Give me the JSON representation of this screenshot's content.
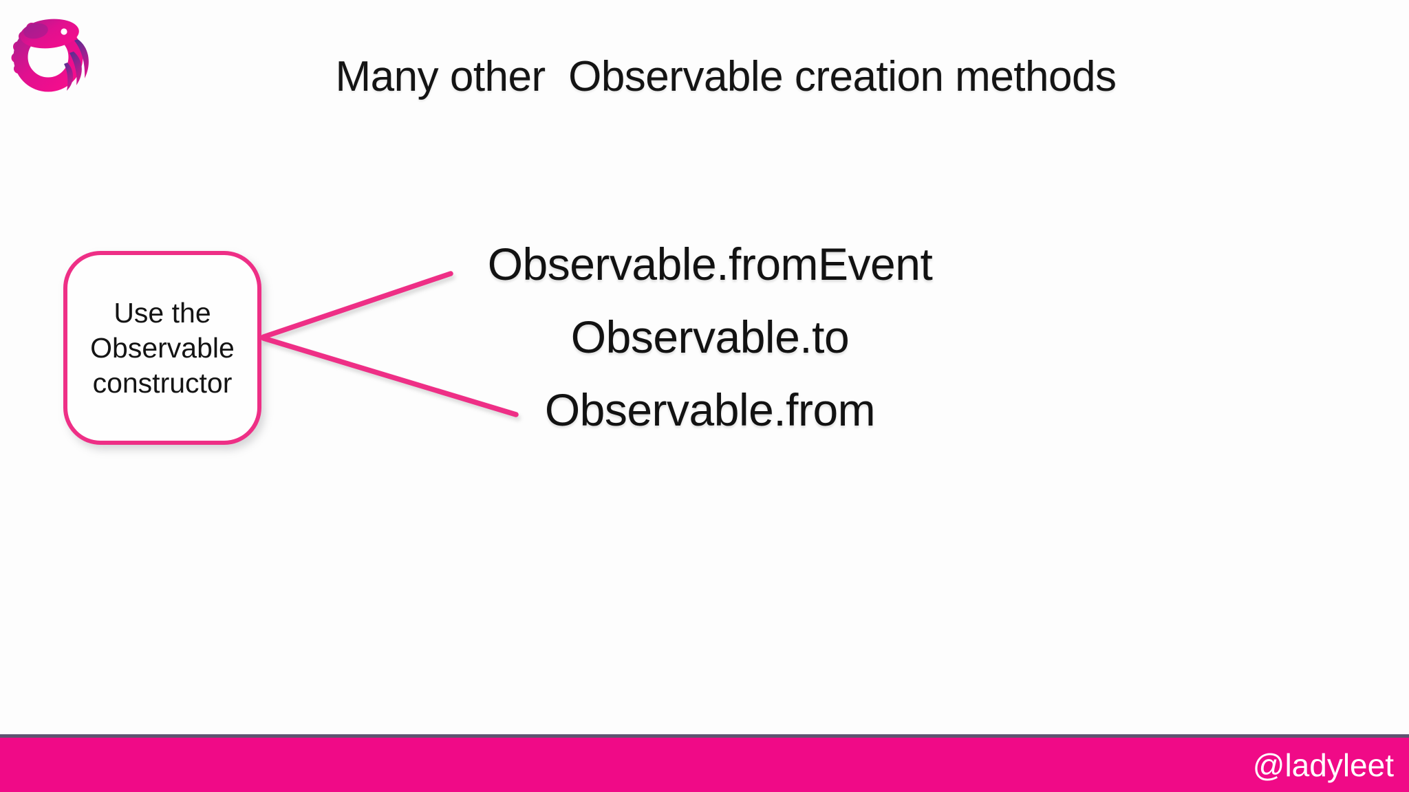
{
  "slide": {
    "logo_icon": "rxjs-logo",
    "title": "Many other  Observable creation methods",
    "callout": {
      "label": "Use the\nObservable\nconstructor"
    },
    "methods": [
      {
        "label": "Observable.fromEvent"
      },
      {
        "label": "Observable.to"
      },
      {
        "label": "Observable.from"
      }
    ],
    "footer": {
      "handle": "@ladyleet"
    },
    "colors": {
      "accent_pink": "#EE2F86",
      "footer_pink": "#F00A87",
      "footer_divider": "#5E5370",
      "text": "#141414",
      "background": "#FDFDFD",
      "logo_pink": "#E8108E",
      "logo_purple": "#6A2493"
    }
  }
}
